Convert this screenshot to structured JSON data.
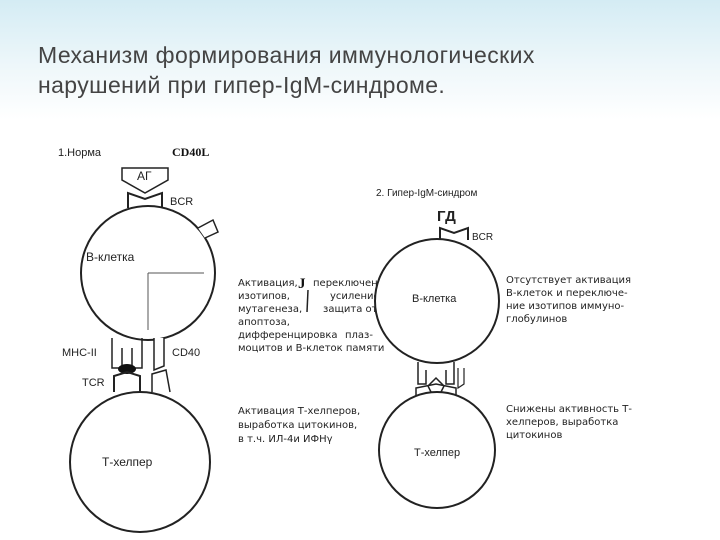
{
  "slide": {
    "title_line1": "Механизм формирования иммунологических",
    "title_line2": "нарушений при гипер-IgM-синдроме."
  },
  "left": {
    "heading": "1.Норма",
    "cd40l": "CD40L",
    "ag": "АГ",
    "bcr": "BCR",
    "b_cell": "В-клетка",
    "mhc": "МНС-II",
    "cd40": "CD40",
    "tcr": "TCR",
    "t_helper": "Т-хелпер"
  },
  "right": {
    "heading": "2. Гипер-IgM-синдром",
    "gd": "ГД",
    "bcr": "BCR",
    "b_cell": "В-клетка",
    "t_helper": "Т-хелпер"
  },
  "middle_text": {
    "lines": [
      "Активация,",
      "изотипов,",
      "мутагенеза,",
      "апоптоза,",
      "дифференцировка",
      "моцитов и В-клеток памяти"
    ],
    "letter_j": "J",
    "right_lines": [
      "переключение",
      "усиление",
      "защита от",
      "плаз-"
    ],
    "t_lines": [
      "Активация Т-хелперов,",
      "выработка цитокинов,",
      "в т.ч. ИЛ-4и ИФНγ"
    ]
  },
  "right_text": {
    "b_lines": [
      "Отсутствует активация",
      "В-клеток и переключе-",
      "ние изотипов иммуно-",
      "глобулинов"
    ],
    "t_lines": [
      "Снижены активность Т-",
      "хелперов, выработка",
      "цитокинов"
    ]
  }
}
